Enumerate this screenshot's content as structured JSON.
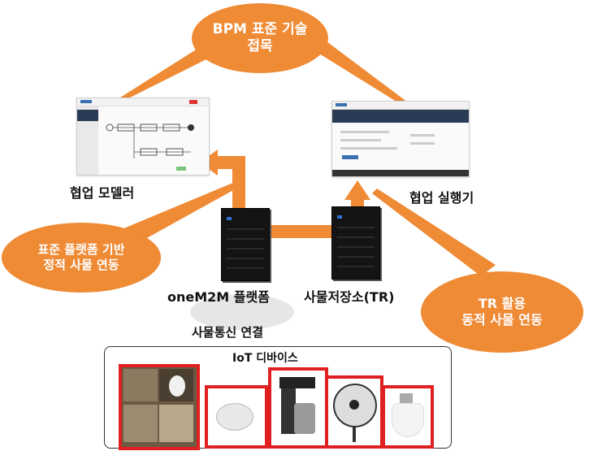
{
  "callouts": {
    "bpm": [
      "BPM 표준 기술",
      "접목"
    ],
    "standard": [
      "표준 플랫폼 기반",
      "정적 사물 연동"
    ],
    "tr": [
      "TR 활용",
      "동적 사물 연동"
    ]
  },
  "labels": {
    "modeler": "협업 모델러",
    "executor": "협업 실행기",
    "platform": "oneM2M 플랫폼",
    "repository": "사물저장소(TR)",
    "iot_link": "사물통신 연결",
    "iot_devices": "IoT 디바이스"
  },
  "colors": {
    "accent_orange": "#ef8a35",
    "device_frame_red": "#e02020",
    "server_blue": "#2d6fd6"
  },
  "icons": [
    "server-icon",
    "arrow-up-icon",
    "arrow-right-icon"
  ]
}
